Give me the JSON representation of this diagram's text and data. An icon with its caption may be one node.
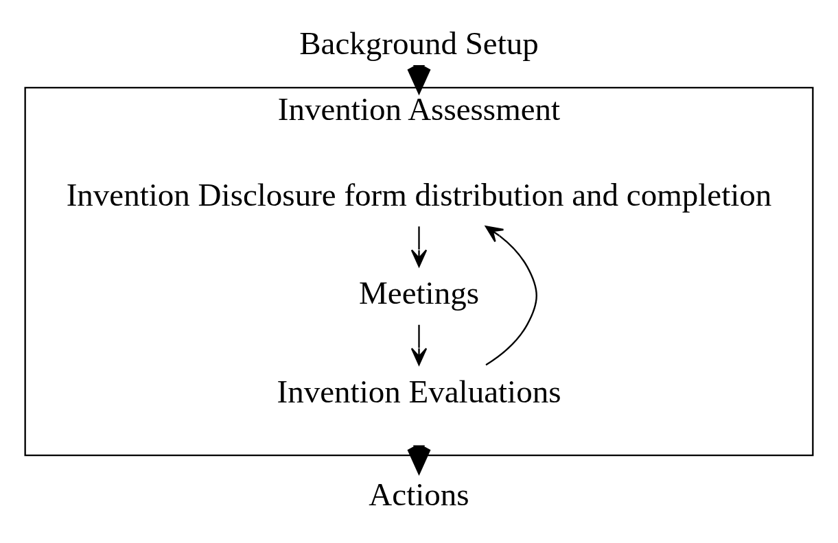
{
  "diagram": {
    "nodes": [
      {
        "text": [
          "Background Setup"
        ]
      },
      {
        "text": [
          "Invention Assessment"
        ]
      },
      {
        "text": [
          "Invention Disclosure form distribution and completion"
        ],
        "in": 1
      },
      {
        "text": [
          "Meetings"
        ],
        "in": 1
      },
      {
        "text": [
          "Invention Evaluations"
        ],
        "in": 1
      },
      {
        "text": [
          "Actions"
        ]
      }
    ],
    "edges": [
      {
        "from": 0,
        "to": 1,
        "arrow": "to",
        "style": "thick"
      },
      {
        "from": 2,
        "to": 3,
        "arrow": "to"
      },
      {
        "from": 3,
        "to": 4,
        "arrow": "to"
      },
      {
        "from": 4,
        "to": 2,
        "arrow": "to"
      },
      {
        "from": 1,
        "to": 5,
        "arrow": "to",
        "style": "thick"
      }
    ]
  }
}
